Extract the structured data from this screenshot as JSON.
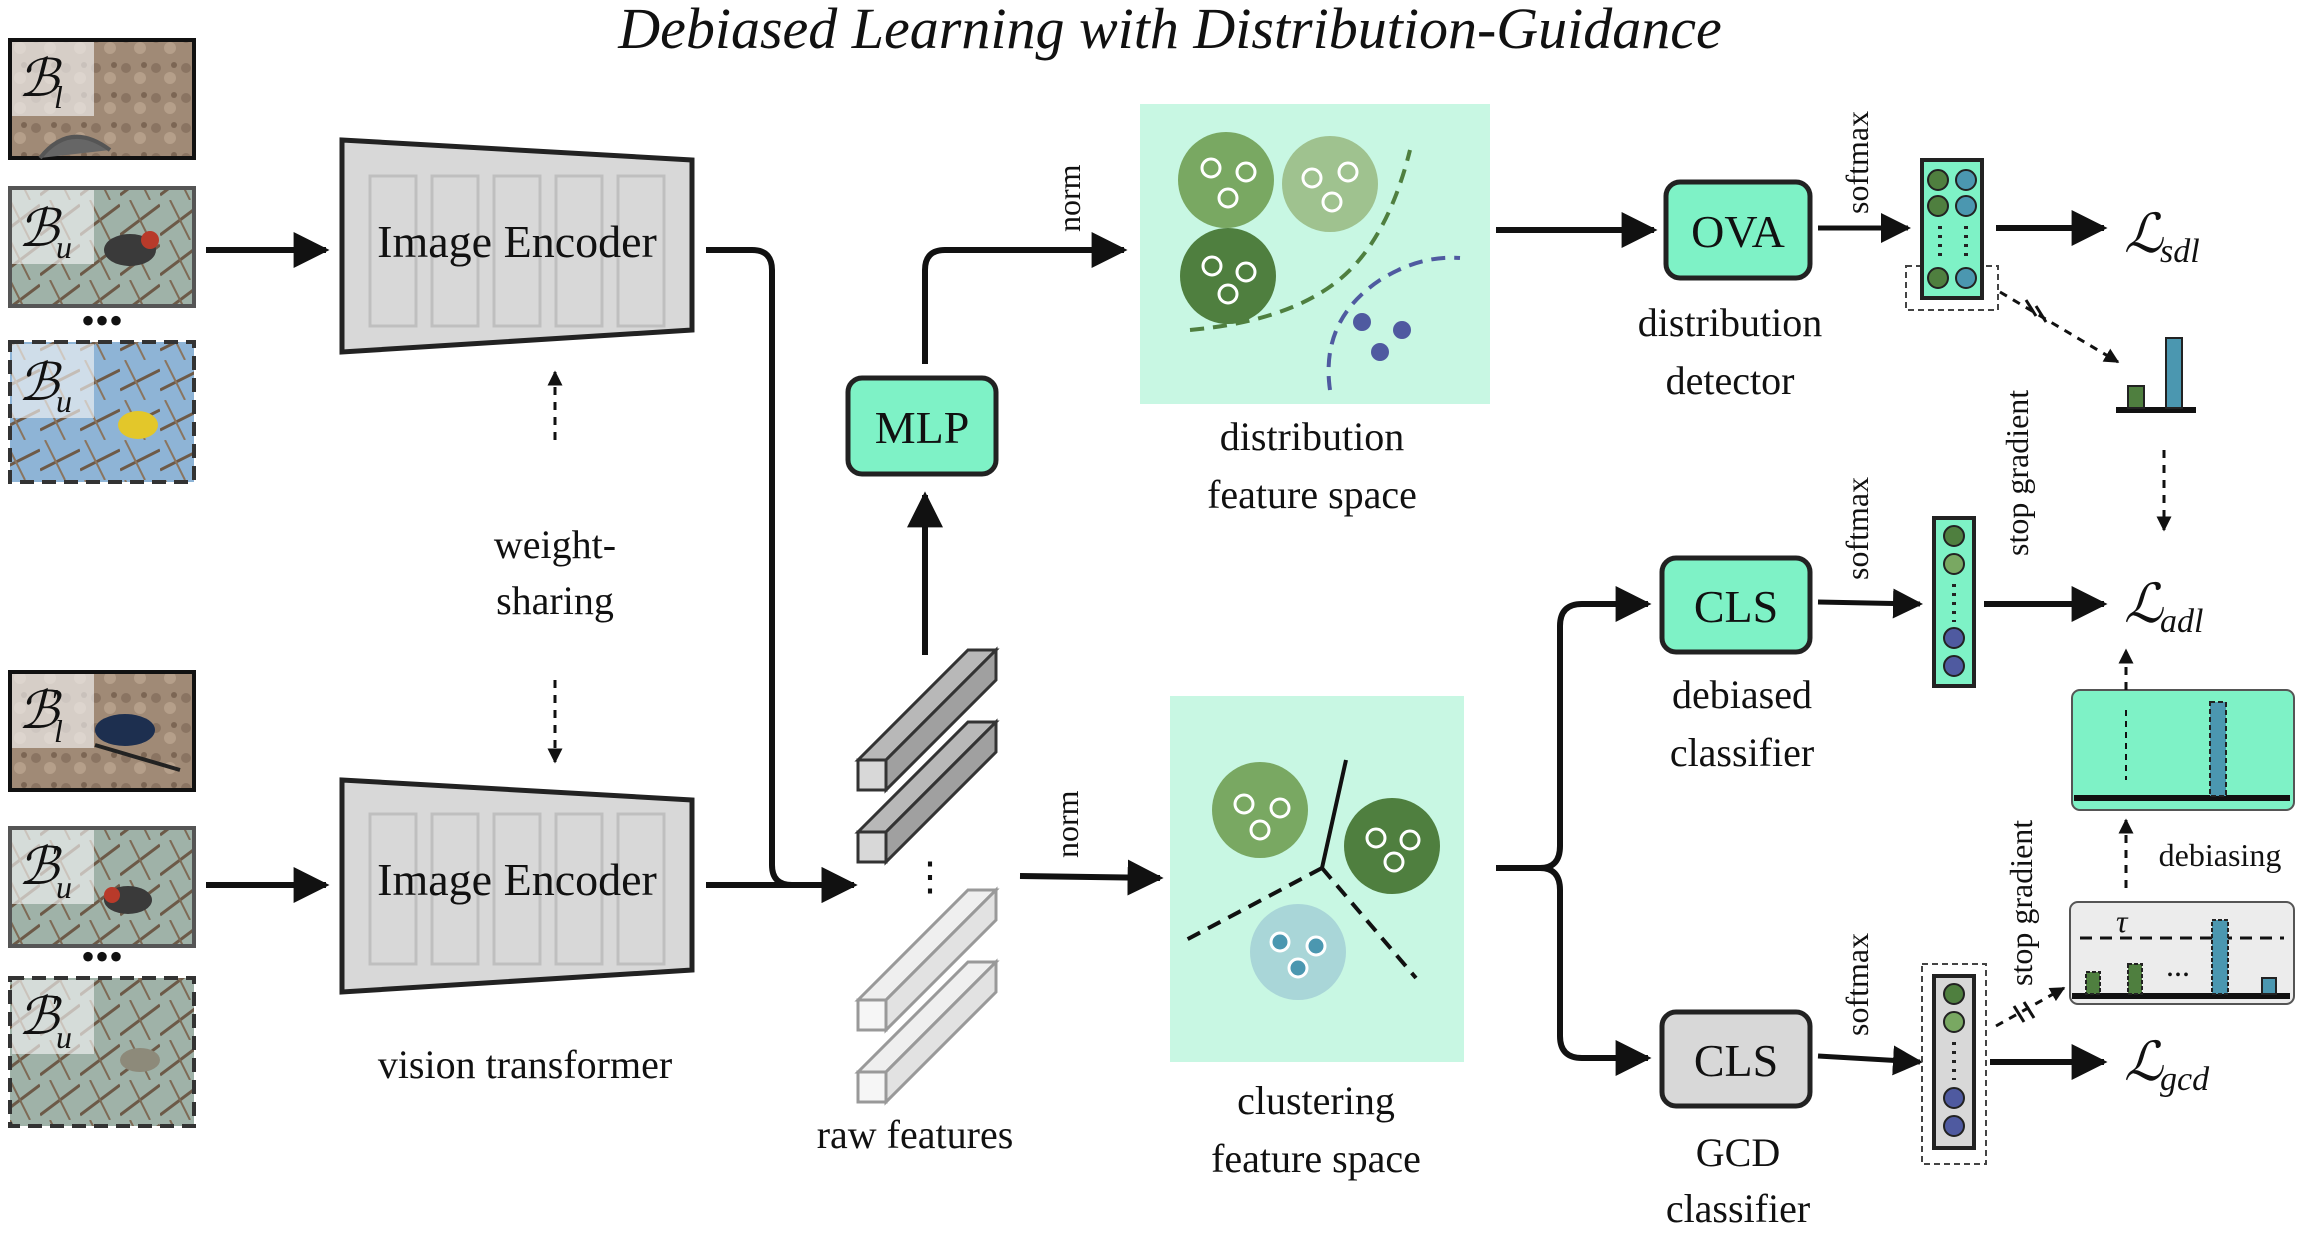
{
  "title": "Debiased Learning with Distribution-Guidance",
  "batches_top": [
    {
      "base": "ℬ",
      "sub": "l",
      "prime": ""
    },
    {
      "base": "ℬ",
      "sub": "u",
      "prime": ""
    },
    {
      "base": "ℬ",
      "sub": "u",
      "prime": ""
    }
  ],
  "batches_bottom": [
    {
      "base": "ℬ",
      "sub": "l",
      "prime": "′"
    },
    {
      "base": "ℬ",
      "sub": "u",
      "prime": "′"
    },
    {
      "base": "ℬ",
      "sub": "u",
      "prime": "′"
    }
  ],
  "ellipsis": "•••",
  "encoder_label": "Image Encoder",
  "weight_sharing": [
    "weight-",
    "sharing"
  ],
  "vision_transformer": "vision transformer",
  "raw_features": "raw features",
  "mlp": "MLP",
  "norm": "norm",
  "dist_space": [
    "distribution",
    "feature space"
  ],
  "clust_space": [
    "clustering",
    "feature space"
  ],
  "ova": "OVA",
  "dist_detector": [
    "distribution",
    "detector"
  ],
  "cls": "CLS",
  "debiased_classifier": [
    "debiased",
    "classifier"
  ],
  "gcd_classifier": [
    "GCD",
    "classifier"
  ],
  "softmax": "softmax",
  "stop_gradient": "stop gradient",
  "debiasing": "debiasing",
  "tau": "τ",
  "loss_symbol": "ℒ",
  "loss_sdl": "sdl",
  "loss_adl": "adl",
  "loss_gcd": "gcd",
  "colors": {
    "mint": "#7ef2c6",
    "mint_light": "#c8f7e3",
    "encoder_gray": "#d8d8d8",
    "green_dark": "#4f7f3f",
    "green_mid": "#79a862",
    "green_light": "#9fc28f",
    "blue_dark": "#4f5aa0",
    "teal": "#4b97b0",
    "teal_light": "#a9d6d8"
  }
}
